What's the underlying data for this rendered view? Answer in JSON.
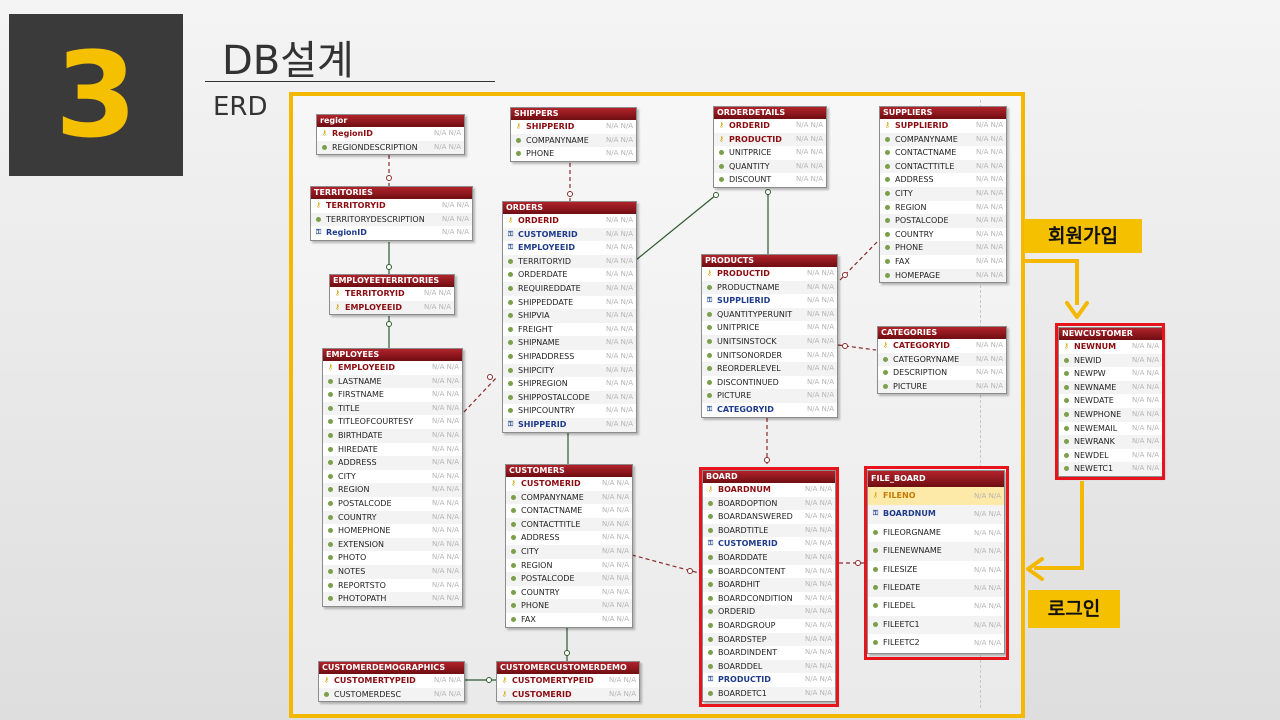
{
  "slide": {
    "number": "3",
    "title": "DB설계",
    "subtitle": "ERD"
  },
  "callouts": {
    "signup": "회원가입",
    "login": "로그인"
  },
  "colors": {
    "accent_yellow": "#f5c000",
    "highlight_red": "#e8141b",
    "table_header": "#9a1a20",
    "number_box": "#3a3a3a"
  },
  "tables": {
    "region": {
      "title": "regior",
      "rows": [
        {
          "name": "RegionID",
          "kind": "pk",
          "na": "N/A N/A"
        },
        {
          "name": "REGIONDESCRIPTION",
          "kind": "attr",
          "na": "N/A N/A"
        }
      ]
    },
    "territories": {
      "title": "TERRITORIES",
      "rows": [
        {
          "name": "TERRITORYID",
          "kind": "pk",
          "na": "N/A N/A"
        },
        {
          "name": "TERRITORYDESCRIPTION",
          "kind": "attr",
          "na": "N/A N/A"
        },
        {
          "name": "RegionID",
          "kind": "fk",
          "na": "N/A N/A"
        }
      ]
    },
    "employeeterritories": {
      "title": "EMPLOYEETERRITORIES",
      "rows": [
        {
          "name": "TERRITORYID",
          "kind": "pkfk",
          "na": "N/A N/A"
        },
        {
          "name": "EMPLOYEEID",
          "kind": "pkfk",
          "na": "N/A N/A"
        }
      ]
    },
    "employees": {
      "title": "EMPLOYEES",
      "rows": [
        {
          "name": "EMPLOYEEID",
          "kind": "pk",
          "na": "N/A N/A"
        },
        {
          "name": "LASTNAME",
          "kind": "attr",
          "na": "N/A N/A"
        },
        {
          "name": "FIRSTNAME",
          "kind": "attr",
          "na": "N/A N/A"
        },
        {
          "name": "TITLE",
          "kind": "attr",
          "na": "N/A N/A"
        },
        {
          "name": "TITLEOFCOURTESY",
          "kind": "attr",
          "na": "N/A N/A"
        },
        {
          "name": "BIRTHDATE",
          "kind": "attr",
          "na": "N/A N/A"
        },
        {
          "name": "HIREDATE",
          "kind": "attr",
          "na": "N/A N/A"
        },
        {
          "name": "ADDRESS",
          "kind": "attr",
          "na": "N/A N/A"
        },
        {
          "name": "CITY",
          "kind": "attr",
          "na": "N/A N/A"
        },
        {
          "name": "REGION",
          "kind": "attr",
          "na": "N/A N/A"
        },
        {
          "name": "POSTALCODE",
          "kind": "attr",
          "na": "N/A N/A"
        },
        {
          "name": "COUNTRY",
          "kind": "attr",
          "na": "N/A N/A"
        },
        {
          "name": "HOMEPHONE",
          "kind": "attr",
          "na": "N/A N/A"
        },
        {
          "name": "EXTENSION",
          "kind": "attr",
          "na": "N/A N/A"
        },
        {
          "name": "PHOTO",
          "kind": "attr",
          "na": "N/A N/A"
        },
        {
          "name": "NOTES",
          "kind": "attr",
          "na": "N/A N/A"
        },
        {
          "name": "REPORTSTO",
          "kind": "attr",
          "na": "N/A N/A"
        },
        {
          "name": "PHOTOPATH",
          "kind": "attr",
          "na": "N/A N/A"
        }
      ]
    },
    "shippers": {
      "title": "SHIPPERS",
      "rows": [
        {
          "name": "SHIPPERID",
          "kind": "pk",
          "na": "N/A N/A"
        },
        {
          "name": "COMPANYNAME",
          "kind": "attr",
          "na": "N/A N/A"
        },
        {
          "name": "PHONE",
          "kind": "attr",
          "na": "N/A N/A"
        }
      ]
    },
    "orders": {
      "title": "ORDERS",
      "rows": [
        {
          "name": "ORDERID",
          "kind": "pk",
          "na": "N/A N/A"
        },
        {
          "name": "CUSTOMERID",
          "kind": "fk",
          "na": "N/A N/A"
        },
        {
          "name": "EMPLOYEEID",
          "kind": "fk",
          "na": "N/A N/A"
        },
        {
          "name": "TERRITORYID",
          "kind": "attr",
          "na": "N/A N/A"
        },
        {
          "name": "ORDERDATE",
          "kind": "attr",
          "na": "N/A N/A"
        },
        {
          "name": "REQUIREDDATE",
          "kind": "attr",
          "na": "N/A N/A"
        },
        {
          "name": "SHIPPEDDATE",
          "kind": "attr",
          "na": "N/A N/A"
        },
        {
          "name": "SHIPVIA",
          "kind": "attr",
          "na": "N/A N/A"
        },
        {
          "name": "FREIGHT",
          "kind": "attr",
          "na": "N/A N/A"
        },
        {
          "name": "SHIPNAME",
          "kind": "attr",
          "na": "N/A N/A"
        },
        {
          "name": "SHIPADDRESS",
          "kind": "attr",
          "na": "N/A N/A"
        },
        {
          "name": "SHIPCITY",
          "kind": "attr",
          "na": "N/A N/A"
        },
        {
          "name": "SHIPREGION",
          "kind": "attr",
          "na": "N/A N/A"
        },
        {
          "name": "SHIPPOSTALCODE",
          "kind": "attr",
          "na": "N/A N/A"
        },
        {
          "name": "SHIPCOUNTRY",
          "kind": "attr",
          "na": "N/A N/A"
        },
        {
          "name": "SHIPPERID",
          "kind": "fk",
          "na": "N/A N/A"
        }
      ]
    },
    "orderdetails": {
      "title": "ORDERDETAILS",
      "rows": [
        {
          "name": "ORDERID",
          "kind": "pkfk",
          "na": "N/A N/A"
        },
        {
          "name": "PRODUCTID",
          "kind": "pkfk",
          "na": "N/A N/A"
        },
        {
          "name": "UNITPRICE",
          "kind": "attr",
          "na": "N/A N/A"
        },
        {
          "name": "QUANTITY",
          "kind": "attr",
          "na": "N/A N/A"
        },
        {
          "name": "DISCOUNT",
          "kind": "attr",
          "na": "N/A N/A"
        }
      ]
    },
    "suppliers": {
      "title": "SUPPLIERS",
      "rows": [
        {
          "name": "SUPPLIERID",
          "kind": "pk",
          "na": "N/A N/A"
        },
        {
          "name": "COMPANYNAME",
          "kind": "attr",
          "na": "N/A N/A"
        },
        {
          "name": "CONTACTNAME",
          "kind": "attr",
          "na": "N/A N/A"
        },
        {
          "name": "CONTACTTITLE",
          "kind": "attr",
          "na": "N/A N/A"
        },
        {
          "name": "ADDRESS",
          "kind": "attr",
          "na": "N/A N/A"
        },
        {
          "name": "CITY",
          "kind": "attr",
          "na": "N/A N/A"
        },
        {
          "name": "REGION",
          "kind": "attr",
          "na": "N/A N/A"
        },
        {
          "name": "POSTALCODE",
          "kind": "attr",
          "na": "N/A N/A"
        },
        {
          "name": "COUNTRY",
          "kind": "attr",
          "na": "N/A N/A"
        },
        {
          "name": "PHONE",
          "kind": "attr",
          "na": "N/A N/A"
        },
        {
          "name": "FAX",
          "kind": "attr",
          "na": "N/A N/A"
        },
        {
          "name": "HOMEPAGE",
          "kind": "attr",
          "na": "N/A N/A"
        }
      ]
    },
    "products": {
      "title": "PRODUCTS",
      "rows": [
        {
          "name": "PRODUCTID",
          "kind": "pk",
          "na": "N/A N/A"
        },
        {
          "name": "PRODUCTNAME",
          "kind": "attr",
          "na": "N/A N/A"
        },
        {
          "name": "SUPPLIERID",
          "kind": "fk",
          "na": "N/A N/A"
        },
        {
          "name": "QUANTITYPERUNIT",
          "kind": "attr",
          "na": "N/A N/A"
        },
        {
          "name": "UNITPRICE",
          "kind": "attr",
          "na": "N/A N/A"
        },
        {
          "name": "UNITSINSTOCK",
          "kind": "attr",
          "na": "N/A N/A"
        },
        {
          "name": "UNITSONORDER",
          "kind": "attr",
          "na": "N/A N/A"
        },
        {
          "name": "REORDERLEVEL",
          "kind": "attr",
          "na": "N/A N/A"
        },
        {
          "name": "DISCONTINUED",
          "kind": "attr",
          "na": "N/A N/A"
        },
        {
          "name": "PICTURE",
          "kind": "attr",
          "na": "N/A N/A"
        },
        {
          "name": "CATEGORYID",
          "kind": "fk",
          "na": "N/A N/A"
        }
      ]
    },
    "categories": {
      "title": "CATEGORIES",
      "rows": [
        {
          "name": "CATEGORYID",
          "kind": "pk",
          "na": "N/A N/A"
        },
        {
          "name": "CATEGORYNAME",
          "kind": "attr",
          "na": "N/A N/A"
        },
        {
          "name": "DESCRIPTION",
          "kind": "attr",
          "na": "N/A N/A"
        },
        {
          "name": "PICTURE",
          "kind": "attr",
          "na": "N/A N/A"
        }
      ]
    },
    "customers": {
      "title": "CUSTOMERS",
      "rows": [
        {
          "name": "CUSTOMERID",
          "kind": "pk",
          "na": "N/A N/A"
        },
        {
          "name": "COMPANYNAME",
          "kind": "attr",
          "na": "N/A N/A"
        },
        {
          "name": "CONTACTNAME",
          "kind": "attr",
          "na": "N/A N/A"
        },
        {
          "name": "CONTACTTITLE",
          "kind": "attr",
          "na": "N/A N/A"
        },
        {
          "name": "ADDRESS",
          "kind": "attr",
          "na": "N/A N/A"
        },
        {
          "name": "CITY",
          "kind": "attr",
          "na": "N/A N/A"
        },
        {
          "name": "REGION",
          "kind": "attr",
          "na": "N/A N/A"
        },
        {
          "name": "POSTALCODE",
          "kind": "attr",
          "na": "N/A N/A"
        },
        {
          "name": "COUNTRY",
          "kind": "attr",
          "na": "N/A N/A"
        },
        {
          "name": "PHONE",
          "kind": "attr",
          "na": "N/A N/A"
        },
        {
          "name": "FAX",
          "kind": "attr",
          "na": "N/A N/A"
        }
      ]
    },
    "board": {
      "title": "BOARD",
      "rows": [
        {
          "name": "BOARDNUM",
          "kind": "pk",
          "na": "N/A N/A"
        },
        {
          "name": "BOARDOPTION",
          "kind": "attr",
          "na": "N/A N/A"
        },
        {
          "name": "BOARDANSWERED",
          "kind": "attr",
          "na": "N/A N/A"
        },
        {
          "name": "BOARDTITLE",
          "kind": "attr",
          "na": "N/A N/A"
        },
        {
          "name": "CUSTOMERID",
          "kind": "fk",
          "na": "N/A N/A"
        },
        {
          "name": "BOARDDATE",
          "kind": "attr",
          "na": "N/A N/A"
        },
        {
          "name": "BOARDCONTENT",
          "kind": "attr",
          "na": "N/A N/A"
        },
        {
          "name": "BOARDHIT",
          "kind": "attr",
          "na": "N/A N/A"
        },
        {
          "name": "BOARDCONDITION",
          "kind": "attr",
          "na": "N/A N/A"
        },
        {
          "name": "ORDERID",
          "kind": "attr",
          "na": "N/A N/A"
        },
        {
          "name": "BOARDGROUP",
          "kind": "attr",
          "na": "N/A N/A"
        },
        {
          "name": "BOARDSTEP",
          "kind": "attr",
          "na": "N/A N/A"
        },
        {
          "name": "BOARDINDENT",
          "kind": "attr",
          "na": "N/A N/A"
        },
        {
          "name": "BOARDDEL",
          "kind": "attr",
          "na": "N/A N/A"
        },
        {
          "name": "PRODUCTID",
          "kind": "fk",
          "na": "N/A N/A"
        },
        {
          "name": "BOARDETC1",
          "kind": "attr",
          "na": "N/A N/A"
        }
      ]
    },
    "file_board": {
      "title": "FILE_BOARD",
      "rows": [
        {
          "name": "FILENO",
          "kind": "pk",
          "na": "N/A N/A"
        },
        {
          "name": "BOARDNUM",
          "kind": "fk",
          "na": "N/A N/A"
        },
        {
          "name": "FILEORGNAME",
          "kind": "attr",
          "na": "N/A N/A"
        },
        {
          "name": "FILENEWNAME",
          "kind": "attr",
          "na": "N/A N/A"
        },
        {
          "name": "FILESIZE",
          "kind": "attr",
          "na": "N/A N/A"
        },
        {
          "name": "FILEDATE",
          "kind": "attr",
          "na": "N/A N/A"
        },
        {
          "name": "FILEDEL",
          "kind": "attr",
          "na": "N/A N/A"
        },
        {
          "name": "FILEETC1",
          "kind": "attr",
          "na": "N/A N/A"
        },
        {
          "name": "FILEETC2",
          "kind": "attr",
          "na": "N/A N/A"
        }
      ]
    },
    "newcustomer": {
      "title": "NEWCUSTOMER",
      "rows": [
        {
          "name": "NEWNUM",
          "kind": "pk",
          "na": "N/A N/A"
        },
        {
          "name": "NEWID",
          "kind": "attr",
          "na": "N/A N/A"
        },
        {
          "name": "NEWPW",
          "kind": "attr",
          "na": "N/A N/A"
        },
        {
          "name": "NEWNAME",
          "kind": "attr",
          "na": "N/A N/A"
        },
        {
          "name": "NEWDATE",
          "kind": "attr",
          "na": "N/A N/A"
        },
        {
          "name": "NEWPHONE",
          "kind": "attr",
          "na": "N/A N/A"
        },
        {
          "name": "NEWEMAIL",
          "kind": "attr",
          "na": "N/A N/A"
        },
        {
          "name": "NEWRANK",
          "kind": "attr",
          "na": "N/A N/A"
        },
        {
          "name": "NEWDEL",
          "kind": "attr",
          "na": "N/A N/A"
        },
        {
          "name": "NEWETC1",
          "kind": "attr",
          "na": "N/A N/A"
        }
      ]
    },
    "customerdemographics": {
      "title": "CUSTOMERDEMOGRAPHICS",
      "rows": [
        {
          "name": "CUSTOMERTYPEID",
          "kind": "pk",
          "na": "N/A N/A"
        },
        {
          "name": "CUSTOMERDESC",
          "kind": "attr",
          "na": "N/A N/A"
        }
      ]
    },
    "customercustomerdemo": {
      "title": "CUSTOMERCUSTOMERDEMO",
      "rows": [
        {
          "name": "CUSTOMERTYPEID",
          "kind": "pkfk",
          "na": "N/A N/A"
        },
        {
          "name": "CUSTOMERID",
          "kind": "pkfk",
          "na": "N/A N/A"
        }
      ]
    }
  }
}
